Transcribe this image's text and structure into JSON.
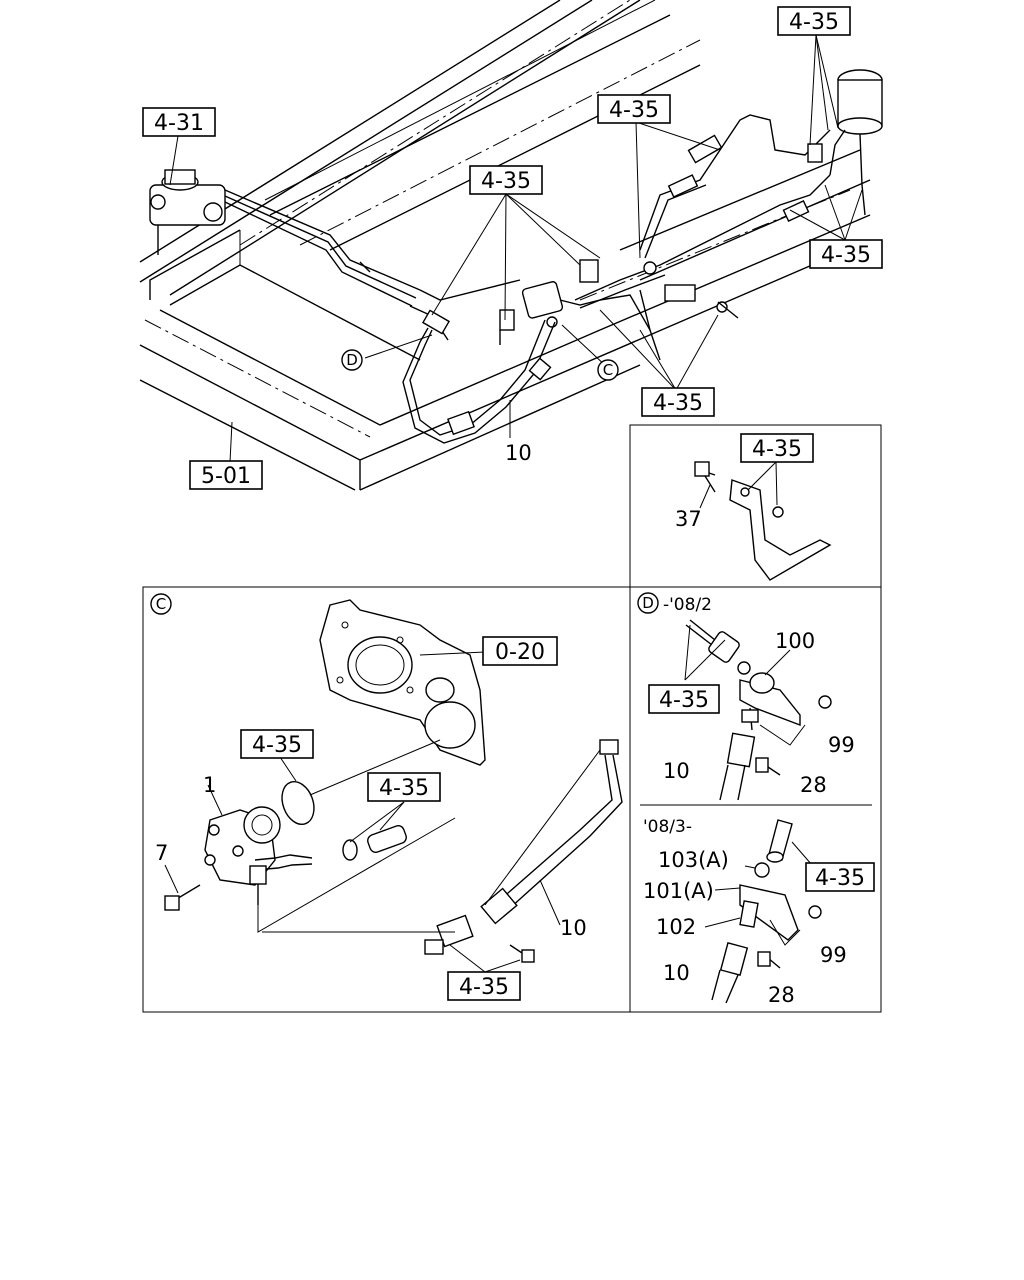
{
  "ref_boxes": {
    "main_4_31": "4-31",
    "main_4_35_top_right": "4-35",
    "main_4_35_upper": "4-35",
    "main_4_35_center": "4-35",
    "main_4_35_right": "4-35",
    "main_4_35_bottom": "4-35",
    "main_5_01": "5-01",
    "bracket_4_35": "4-35",
    "c_0_20": "0-20",
    "c_4_35_oring": "4-35",
    "c_4_35_sleeve": "4-35",
    "c_4_35_bottom": "4-35",
    "d_4_35": "4-35",
    "d2_4_35": "4-35"
  },
  "part_labels": {
    "main_10": "10",
    "bracket_37": "37",
    "c_1": "1",
    "c_7": "7",
    "c_10": "10",
    "d_100": "100",
    "d_99": "99",
    "d_10": "10",
    "d_28": "28",
    "d2_103": "103(A)",
    "d2_101": "101(A)",
    "d2_102": "102",
    "d2_99": "99",
    "d2_10": "10",
    "d2_28": "28"
  },
  "detail_markers": {
    "c": "C",
    "d": "D"
  },
  "detail_dates": {
    "d_upto": "-'08/2",
    "d_from": "'08/3-"
  }
}
